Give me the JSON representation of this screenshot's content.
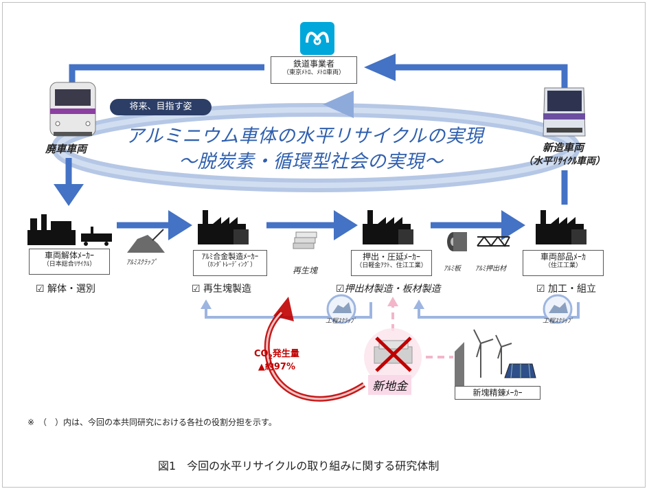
{
  "colors": {
    "arrow": "#4472c4",
    "ring": "#a8bde0",
    "badge": "#2c3e66",
    "headline": "#2f5fae",
    "co2": "#c00000",
    "shinchikin_bg": "#f9d9e8"
  },
  "top": {
    "org_title": "鉄道事業者",
    "org_sub": "（東京ﾒﾄﾛ、ﾒﾄﾛ車両）",
    "logo_icon": "metro-logo-icon"
  },
  "badge_text": "将来、目指す姿",
  "headline_line1": "アルミニウム車体の水平リサイクルの実現",
  "headline_line2": "～脱炭素・循環型社会の実現～",
  "train_left_label": "廃車車両",
  "train_right_label_1": "新造車両",
  "train_right_label_2": "（水平ﾘｻｲｸﾙ車両）",
  "stages": [
    {
      "title": "車両解体ﾒｰｶｰ",
      "sub": "（日本総合ﾘｻｲｸﾙ）",
      "task": "☑ 解体・選別"
    },
    {
      "title": "ｱﾙﾐ合金製造ﾒｰｶｰ",
      "sub": "（ﾎﾝﾀﾞﾄﾚｰﾃﾞｨﾝｸﾞ）",
      "task": "☑ 再生塊製造"
    },
    {
      "title": "押出・圧延ﾒｰｶｰ",
      "sub": "（日軽金ｱｸﾄ、住江工業）",
      "task": "☑押出材製造・板材製造"
    },
    {
      "title": "車両部品ﾒｰｶ",
      "sub": "（住江工業）",
      "task": "☑ 加工・組立"
    }
  ],
  "materials": {
    "scrap": "ｱﾙﾐｽｸﾗｯﾌﾟ",
    "ingot": "再生塊",
    "sheet": "ｱﾙﾐ板",
    "extrusion": "ｱﾙﾐ押出材",
    "process_scrap": "工程ｽｸﾗｯﾌﾟ"
  },
  "co2": {
    "line1": "CO",
    "sub": "2",
    "line1b": "発生量",
    "line2": "▲約97%"
  },
  "shinchikin": "新地金",
  "refiner": "新塊精錬ﾒｰｶｰ",
  "footnote": "※　（　）内は、今回の本共同研究における各社の役割分担を示す。",
  "caption": "図1　今回の水平リサイクルの取り組みに関する研究体制"
}
